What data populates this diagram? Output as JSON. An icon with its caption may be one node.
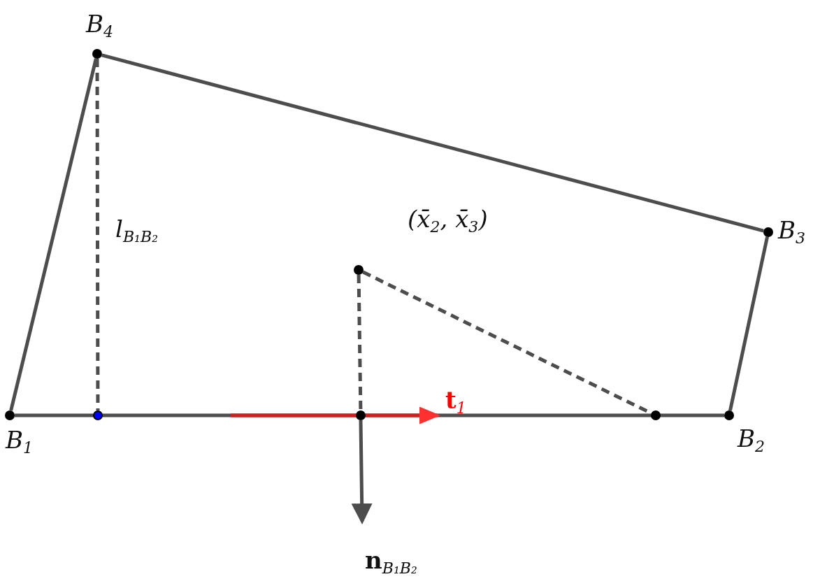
{
  "diagram": {
    "nodes": [
      {
        "text": [],
        "shape": "circle",
        "beside": [
          "B$_{1}$"
        ]
      },
      {
        "text": [],
        "shape": "circle",
        "beside": [
          "B$_{2}$"
        ]
      },
      {
        "text": [],
        "shape": "circle",
        "beside": [
          "B$_{3}$"
        ]
      },
      {
        "text": [],
        "shape": "circle",
        "beside": [
          "B$_{4}$"
        ]
      },
      {
        "text": [],
        "shape": "circle"
      },
      {
        "text": [],
        "shape": "circle",
        "beside": [
          "(x̄$_{2}$, x̄$_{3}$)"
        ]
      },
      {
        "text": [],
        "shape": "circle"
      },
      {
        "text": [],
        "shape": "circle"
      }
    ],
    "edges": [
      {
        "from": 0,
        "to": 1,
        "arrow": "none"
      },
      {
        "from": 1,
        "to": 2,
        "arrow": "none"
      },
      {
        "from": 2,
        "to": 3,
        "arrow": "none"
      },
      {
        "from": 3,
        "to": 0,
        "arrow": "none"
      },
      {
        "from": 3,
        "to": 4,
        "arrow": "none",
        "style": "dashed"
      },
      {
        "from": 5,
        "to": 6,
        "arrow": "none",
        "style": "dashed"
      },
      {
        "from": 5,
        "to": 7,
        "arrow": "none",
        "style": "dashed"
      }
    ],
    "labels": [
      "l$_{B₁B₂}$",
      "**t**$_{1}$",
      "**n**$_{B₁B₂}$"
    ]
  }
}
